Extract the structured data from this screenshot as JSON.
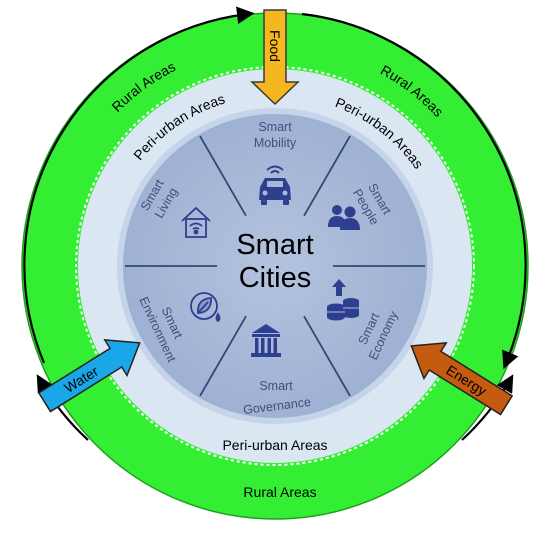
{
  "colors": {
    "rural": "#33ee33",
    "periurban": "#dbe6f3",
    "city_fill": "#a8b9d8",
    "city_edge": "#c6d4e9",
    "divider": "#2e4a73",
    "icon": "#2f3f8f",
    "segment_text": "#3f4f7a",
    "food": "#f6b61f",
    "water": "#1aa7e8",
    "energy": "#c55a11"
  },
  "center": {
    "line1": "Smart",
    "line2": "Cities"
  },
  "segments": [
    {
      "id": "mobility",
      "line1": "Smart",
      "line2": "Mobility",
      "icon": "car-icon"
    },
    {
      "id": "people",
      "line1": "Smart",
      "line2": "People",
      "icon": "people-icon"
    },
    {
      "id": "economy",
      "line1": "Smart",
      "line2": "Economy",
      "icon": "coins-icon"
    },
    {
      "id": "governance",
      "line1": "Smart",
      "line2": "Governance",
      "icon": "bank-icon"
    },
    {
      "id": "environment",
      "line1": "Smart",
      "line2": "Environment",
      "icon": "leaf-icon"
    },
    {
      "id": "living",
      "line1": "Smart",
      "line2": "Living",
      "icon": "smart-home-icon"
    }
  ],
  "rings": {
    "periurban_label": "Peri-urban Areas",
    "rural_label": "Rural Areas"
  },
  "inputs": {
    "food": "Food",
    "water": "Water",
    "energy": "Energy"
  }
}
